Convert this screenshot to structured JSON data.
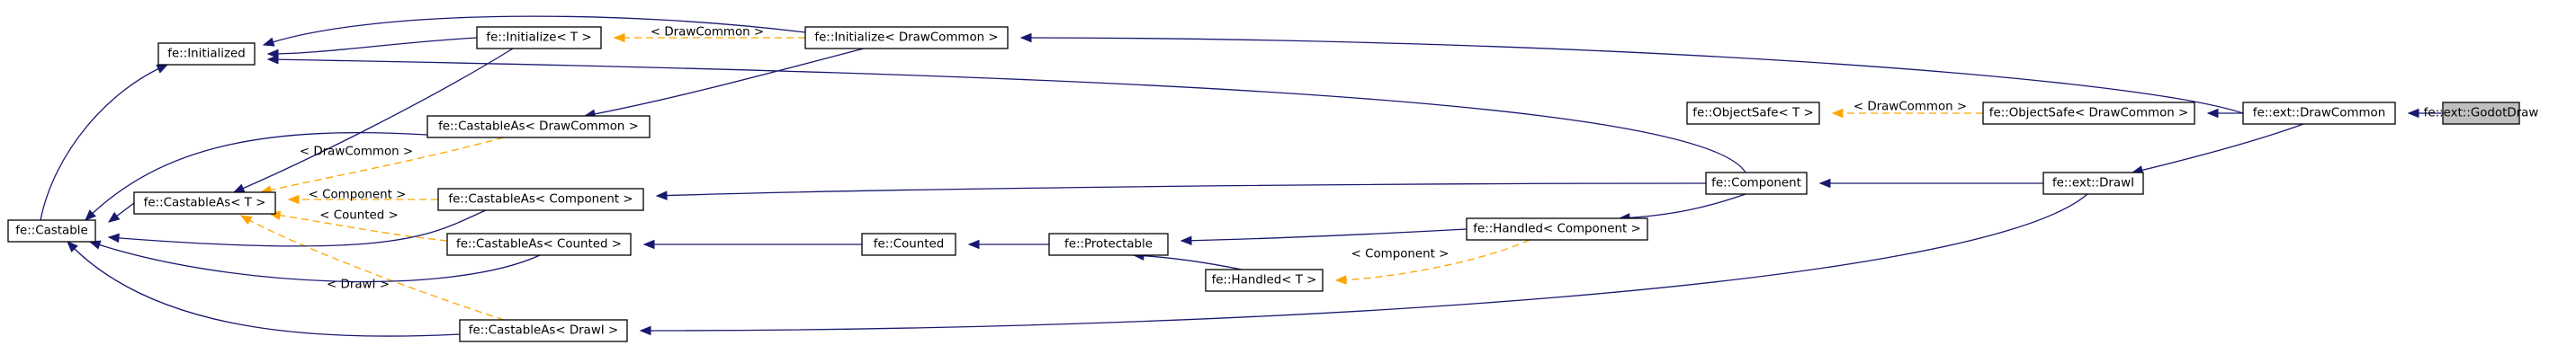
{
  "nodes": [
    {
      "id": "godotdraw",
      "label": "fe::ext::GodotDraw",
      "highlight": true
    },
    {
      "id": "drawcommon",
      "label": "fe::ext::DrawCommon"
    },
    {
      "id": "initialize_dc",
      "label": "fe::Initialize< DrawCommon >"
    },
    {
      "id": "initialize_t",
      "label": "fe::Initialize< T >"
    },
    {
      "id": "initialized",
      "label": "fe::Initialized"
    },
    {
      "id": "objectsafe_dc",
      "label": "fe::ObjectSafe< DrawCommon >"
    },
    {
      "id": "objectsafe_t",
      "label": "fe::ObjectSafe< T >"
    },
    {
      "id": "drawi",
      "label": "fe::ext::DrawI"
    },
    {
      "id": "component",
      "label": "fe::Component"
    },
    {
      "id": "castableas_dc",
      "label": "fe::CastableAs< DrawCommon >"
    },
    {
      "id": "castableas_t",
      "label": "fe::CastableAs< T >"
    },
    {
      "id": "castable",
      "label": "fe::Castable"
    },
    {
      "id": "castableas_comp",
      "label": "fe::CastableAs< Component >"
    },
    {
      "id": "handled_comp",
      "label": "fe::Handled< Component >"
    },
    {
      "id": "handled_t",
      "label": "fe::Handled< T >"
    },
    {
      "id": "protectable",
      "label": "fe::Protectable"
    },
    {
      "id": "counted",
      "label": "fe::Counted"
    },
    {
      "id": "castableas_counted",
      "label": "fe::CastableAs< Counted >"
    },
    {
      "id": "castableas_drawi",
      "label": "fe::CastableAs< DrawI >"
    }
  ],
  "edges": [
    {
      "from": "drawcommon",
      "to": "godotdraw",
      "kind": "inherit"
    },
    {
      "from": "initialize_dc",
      "to": "drawcommon",
      "kind": "inherit"
    },
    {
      "from": "initialize_t",
      "to": "initialize_dc",
      "kind": "template",
      "label": "< DrawCommon >"
    },
    {
      "from": "initialized",
      "to": "initialize_t",
      "kind": "inherit"
    },
    {
      "from": "initialized",
      "to": "initialize_dc",
      "kind": "inherit"
    },
    {
      "from": "initialized",
      "to": "component",
      "kind": "inherit"
    },
    {
      "from": "castable",
      "to": "initialized",
      "kind": "inherit"
    },
    {
      "from": "objectsafe_dc",
      "to": "drawcommon",
      "kind": "inherit"
    },
    {
      "from": "objectsafe_t",
      "to": "objectsafe_dc",
      "kind": "template",
      "label": "< DrawCommon >"
    },
    {
      "from": "drawi",
      "to": "drawcommon",
      "kind": "inherit"
    },
    {
      "from": "component",
      "to": "drawi",
      "kind": "inherit"
    },
    {
      "from": "castableas_comp",
      "to": "component",
      "kind": "inherit"
    },
    {
      "from": "handled_comp",
      "to": "component",
      "kind": "inherit"
    },
    {
      "from": "castableas_dc",
      "to": "initialize_dc",
      "kind": "inherit"
    },
    {
      "from": "castableas_t",
      "to": "initialize_t",
      "kind": "inherit"
    },
    {
      "from": "castableas_t",
      "to": "castableas_dc",
      "kind": "template",
      "label": "< DrawCommon >"
    },
    {
      "from": "castableas_t",
      "to": "castableas_comp",
      "kind": "template",
      "label": "< Component >"
    },
    {
      "from": "castableas_t",
      "to": "castableas_counted",
      "kind": "template",
      "label": "< Counted >"
    },
    {
      "from": "castableas_t",
      "to": "castableas_drawi",
      "kind": "template",
      "label": "< DrawI >"
    },
    {
      "from": "castable",
      "to": "castableas_t",
      "kind": "inherit"
    },
    {
      "from": "castable",
      "to": "castableas_dc",
      "kind": "inherit"
    },
    {
      "from": "castable",
      "to": "castableas_comp",
      "kind": "inherit"
    },
    {
      "from": "castable",
      "to": "castableas_counted",
      "kind": "inherit"
    },
    {
      "from": "castable",
      "to": "castableas_drawi",
      "kind": "inherit"
    },
    {
      "from": "castableas_counted",
      "to": "counted",
      "kind": "inherit"
    },
    {
      "from": "counted",
      "to": "protectable",
      "kind": "inherit"
    },
    {
      "from": "protectable",
      "to": "handled_comp",
      "kind": "inherit"
    },
    {
      "from": "protectable",
      "to": "handled_t",
      "kind": "inherit"
    },
    {
      "from": "handled_t",
      "to": "handled_comp",
      "kind": "template",
      "label": "< Component >"
    },
    {
      "from": "castableas_drawi",
      "to": "drawi",
      "kind": "inherit"
    }
  ],
  "colors": {
    "inherit": "#191970",
    "template": "#ffa500",
    "highlight_fill": "#bfbfbf"
  }
}
